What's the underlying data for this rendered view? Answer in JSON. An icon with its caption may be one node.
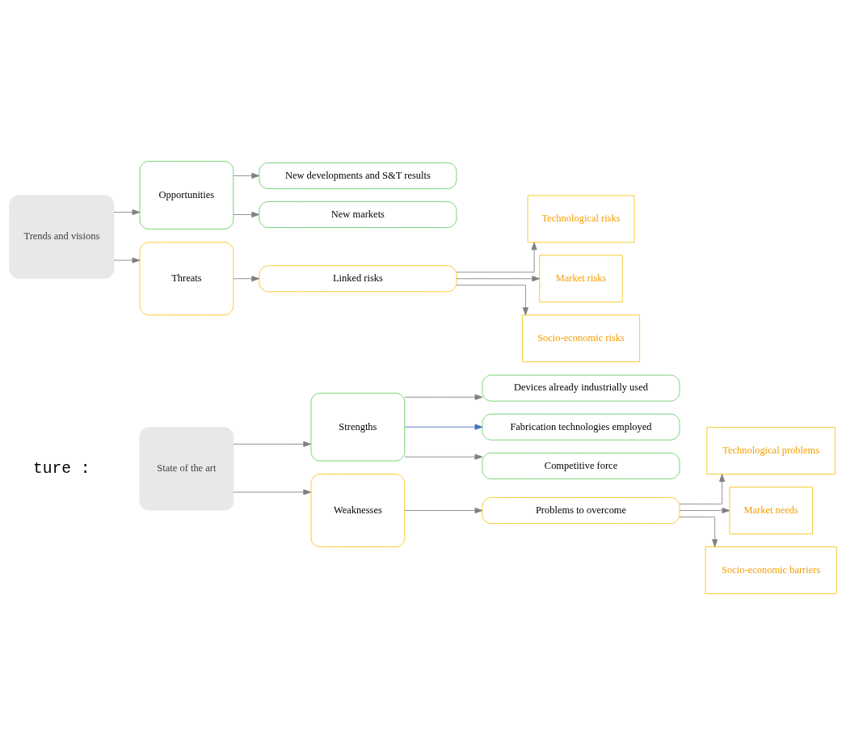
{
  "diagram": {
    "nodes": [
      {
        "text": [
          "State of the art"
        ]
      },
      {
        "text": [
          "Strengths"
        ]
      },
      {
        "text": [
          "Weaknesses"
        ]
      },
      {
        "text": [
          "Devices already industrially used"
        ]
      },
      {
        "text": [
          "Fabrication technologies employed"
        ]
      },
      {
        "text": [
          "Competitive force"
        ]
      },
      {
        "text": [
          "Problems to overcome"
        ]
      },
      {
        "text": [
          "Technological problems"
        ]
      },
      {
        "text": [
          "Market needs"
        ]
      },
      {
        "text": [
          "Socio-economic barriers"
        ]
      },
      {
        "text": [
          "Trends and visions"
        ]
      },
      {
        "text": [
          "Opportunities"
        ]
      },
      {
        "text": [
          "Threats"
        ]
      },
      {
        "text": [
          "New developments and S&T results"
        ]
      },
      {
        "text": [
          "New markets"
        ]
      },
      {
        "text": [
          "Linked risks"
        ]
      },
      {
        "text": [
          "Technological risks"
        ]
      },
      {
        "text": [
          "Market risks"
        ]
      },
      {
        "text": [
          "Socio-economic risks"
        ]
      }
    ],
    "edges": [
      {
        "from": 0,
        "to": 1,
        "arrow": "to"
      },
      {
        "from": 0,
        "to": 2,
        "arrow": "to"
      },
      {
        "from": 1,
        "to": 3,
        "arrow": "to"
      },
      {
        "from": 1,
        "to": 4,
        "arrow": "to",
        "color": "#4472c4"
      },
      {
        "from": 1,
        "to": 5,
        "arrow": "to"
      },
      {
        "from": 2,
        "to": 6,
        "arrow": "to"
      },
      {
        "from": 6,
        "to": 7,
        "arrow": "to"
      },
      {
        "from": 6,
        "to": 8,
        "arrow": "to"
      },
      {
        "from": 6,
        "to": 9,
        "arrow": "to"
      },
      {
        "from": 10,
        "to": 11,
        "arrow": "to"
      },
      {
        "from": 10,
        "to": 12,
        "arrow": "to"
      },
      {
        "from": 11,
        "to": 13,
        "arrow": "to"
      },
      {
        "from": 11,
        "to": 14,
        "arrow": "to"
      },
      {
        "from": 12,
        "to": 15,
        "arrow": "to"
      },
      {
        "from": 15,
        "to": 16,
        "arrow": "to"
      },
      {
        "from": 15,
        "to": 17,
        "arrow": "to"
      },
      {
        "from": 15,
        "to": 18,
        "arrow": "to"
      }
    ],
    "labels": [
      "ture :"
    ]
  }
}
